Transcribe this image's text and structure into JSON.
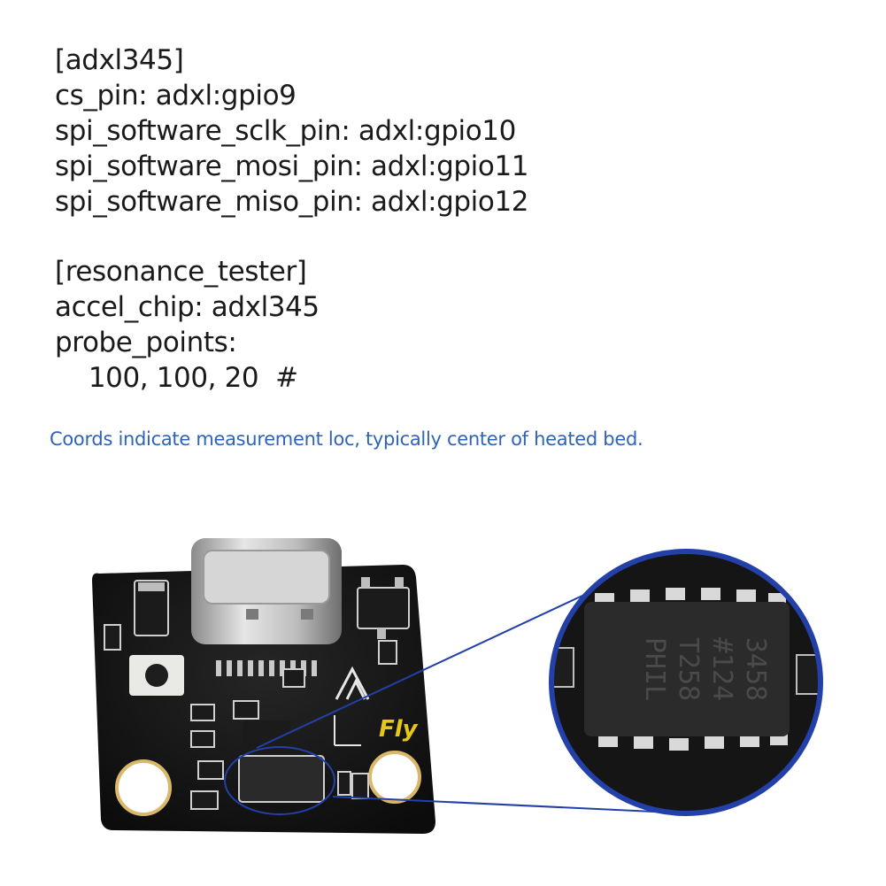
{
  "config": {
    "adxl_section": "[adxl345]",
    "cs_pin": "cs_pin: adxl:gpio9",
    "sclk_pin": "spi_software_sclk_pin: adxl:gpio10",
    "mosi_pin": "spi_software_mosi_pin: adxl:gpio11",
    "miso_pin": "spi_software_miso_pin: adxl:gpio12",
    "resonance_section": "[resonance_tester]",
    "accel_chip": "accel_chip: adxl345",
    "probe_points": "probe_points:",
    "probe_values": "    100, 100, 20  #"
  },
  "note": "Coords indicate measurement loc, typically center of heated bed.",
  "board": {
    "brand": "Fly",
    "chip_marking": [
      "3458",
      "#124",
      "T258",
      "PHIL"
    ]
  },
  "colors": {
    "text": "#1a1a1a",
    "note": "#2f63b8",
    "pcb": "#141414",
    "callout": "#2340a8",
    "silkscreen": "#e8e8e8",
    "brand": "#e6c619"
  }
}
